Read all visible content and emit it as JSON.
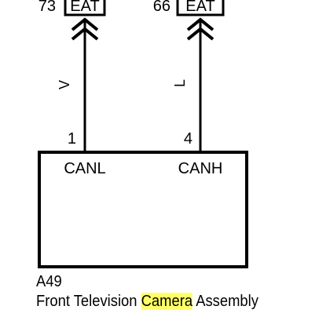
{
  "connectors": [
    {
      "number": "73",
      "label": "EAT"
    },
    {
      "number": "66",
      "label": "EAT"
    }
  ],
  "wires": [
    {
      "color_code": "V",
      "pin": "1",
      "signal": "CANL"
    },
    {
      "color_code": "L",
      "pin": "4",
      "signal": "CANH"
    }
  ],
  "component": {
    "ref": "A49",
    "name_before": "Front Television ",
    "name_highlight": "Camera",
    "name_after": " Assembly"
  },
  "colors": {
    "highlight": "#ffff66",
    "line": "#000000"
  }
}
